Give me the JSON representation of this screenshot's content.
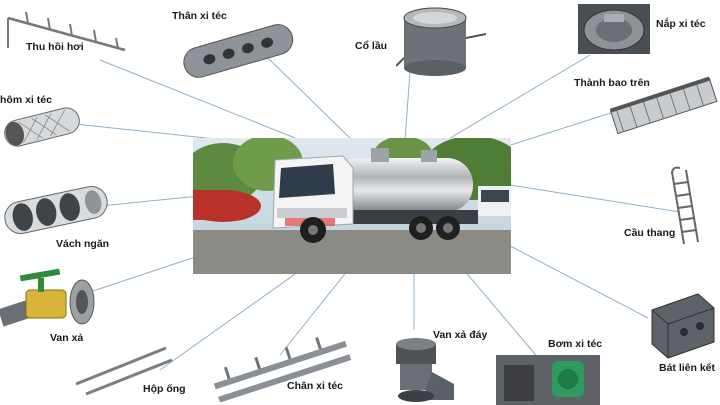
{
  "parts": {
    "thu_hoi_hoi": "Thu hồi hơi",
    "than_xi_tec": "Thân xi téc",
    "co_lau": "Cổ lầu",
    "nap_xi_tec": "Nắp xi téc",
    "nhom_xi_tec": "hôm xi téc",
    "thanh_bao_tren": "Thành bao trên",
    "vach_ngan": "Vách ngăn",
    "cau_thang": "Cầu thang",
    "van_xa": "Van xả",
    "hop_ong": "Hộp ống",
    "chan_xi_tec": "Chân xi téc",
    "van_xa_day": "Van xả đáy",
    "bom_xi_tec": "Bơm xi téc",
    "bat_lien_ket": "Bát liên  kết"
  },
  "colors": {
    "connector": "#8fb0c8",
    "steel": "#9aa0a6",
    "dark_steel": "#4a4f55",
    "brass": "#d8b53a",
    "truck_bg_sky": "#cfe0ea",
    "tank_red": "#b8322a"
  }
}
